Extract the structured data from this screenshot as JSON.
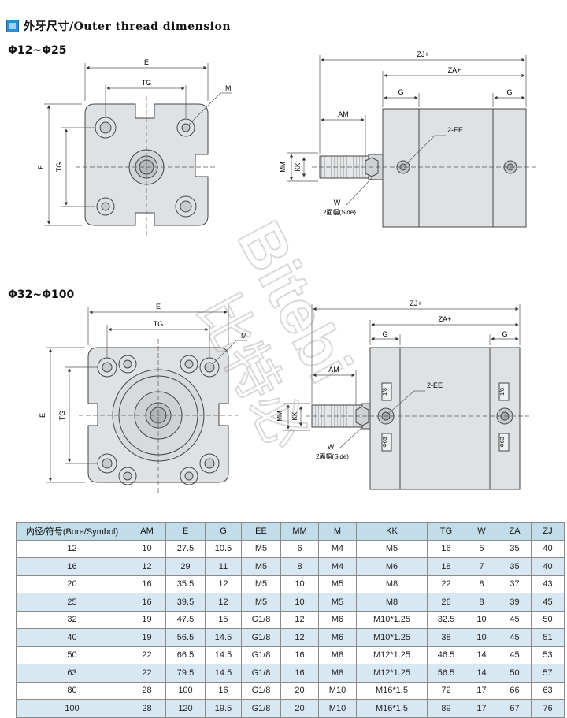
{
  "header": {
    "title": "外牙尺寸/Outer thread dimension"
  },
  "sections": {
    "small": {
      "label": "Φ12~Φ25"
    },
    "large": {
      "label": "Φ32~Φ100"
    }
  },
  "labels": {
    "E": "E",
    "TG": "TG",
    "M": "M",
    "ZJ": "ZJ+",
    "ZA": "ZA+",
    "G": "G",
    "AM": "AM",
    "EE": "2-EE",
    "MM": "MM",
    "KK": "KK",
    "W": "W",
    "side": "2面幅(Side)",
    "port": "1/8",
    "bore": "Φ63"
  },
  "watermark": {
    "latin": "Bitebi",
    "cjk": "比特必"
  },
  "table": {
    "headers": [
      "内径/符号(Bore/Symbol)",
      "AM",
      "E",
      "G",
      "EE",
      "MM",
      "M",
      "KK",
      "TG",
      "W",
      "ZA",
      "ZJ"
    ],
    "rows": [
      [
        "12",
        "10",
        "27.5",
        "10.5",
        "M5",
        "6",
        "M4",
        "M5",
        "16",
        "5",
        "35",
        "40"
      ],
      [
        "16",
        "12",
        "29",
        "11",
        "M5",
        "8",
        "M4",
        "M6",
        "18",
        "7",
        "35",
        "40"
      ],
      [
        "20",
        "16",
        "35.5",
        "12",
        "M5",
        "10",
        "M5",
        "M8",
        "22",
        "8",
        "37",
        "43"
      ],
      [
        "25",
        "16",
        "39.5",
        "12",
        "M5",
        "10",
        "M5",
        "M8",
        "26",
        "8",
        "39",
        "45"
      ],
      [
        "32",
        "19",
        "47.5",
        "15",
        "G1/8",
        "12",
        "M6",
        "M10*1.25",
        "32.5",
        "10",
        "45",
        "50"
      ],
      [
        "40",
        "19",
        "56.5",
        "14.5",
        "G1/8",
        "12",
        "M6",
        "M10*1.25",
        "38",
        "10",
        "45",
        "51"
      ],
      [
        "50",
        "22",
        "66.5",
        "14.5",
        "G1/8",
        "16",
        "M8",
        "M12*1.25",
        "46.5",
        "14",
        "45",
        "53"
      ],
      [
        "63",
        "22",
        "79.5",
        "14.5",
        "G1/8",
        "16",
        "M8",
        "M12*1.25",
        "56.5",
        "14",
        "50",
        "57"
      ],
      [
        "80",
        "28",
        "100",
        "16",
        "G1/8",
        "20",
        "M10",
        "M16*1.5",
        "72",
        "17",
        "66",
        "63"
      ],
      [
        "100",
        "28",
        "120",
        "19.5",
        "G1/8",
        "20",
        "M10",
        "M16*1.5",
        "89",
        "17",
        "67",
        "76"
      ]
    ]
  }
}
